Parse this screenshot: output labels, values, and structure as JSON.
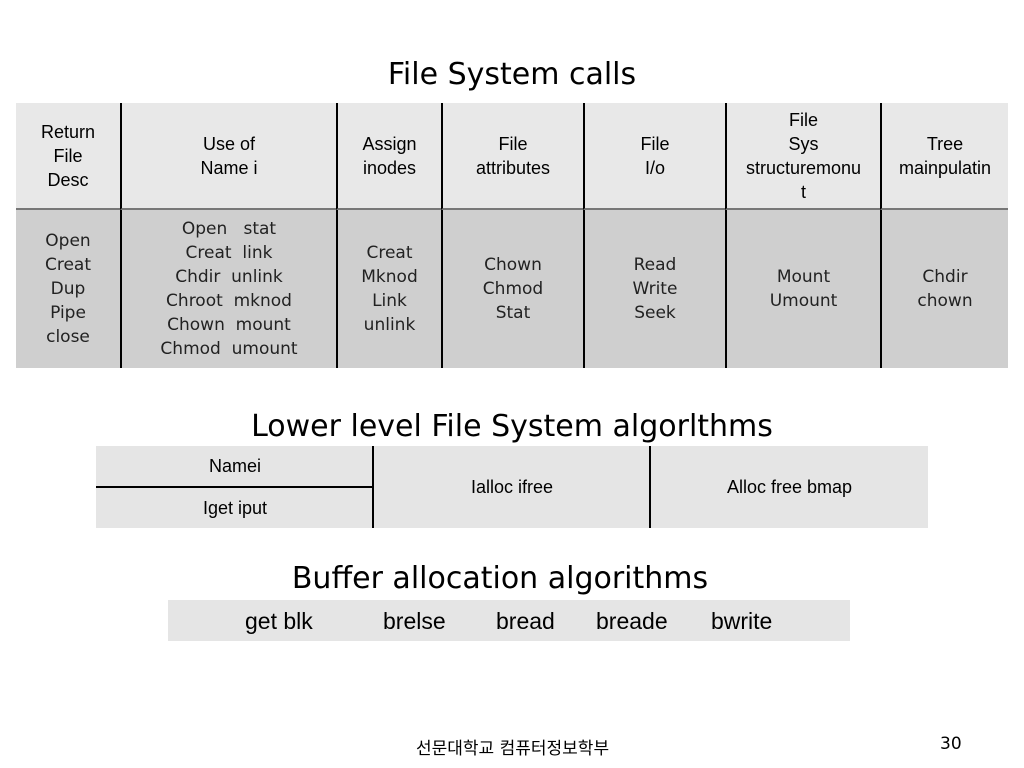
{
  "titles": {
    "system_calls": "File System calls",
    "lower_level": "Lower level File System algorlthms",
    "buffer": "Buffer allocation algorithms"
  },
  "system_calls_table": {
    "headers": [
      "Return\nFile\nDesc",
      "Use of\nName i",
      "Assign\ninodes",
      "File\nattributes",
      "File\nI/o",
      "File\nSys\nstructuremonu\nt",
      "Tree\nmainpulatin"
    ],
    "cells": [
      [
        "Open",
        "Creat",
        "Dup",
        "Pipe",
        "close"
      ],
      [
        "Open   stat",
        "Creat  link",
        "Chdir  unlink",
        "Chroot  mknod",
        "Chown  mount",
        "Chmod  umount"
      ],
      [
        "Creat",
        "Mknod",
        "Link",
        "unlink"
      ],
      [
        "Chown",
        "Chmod",
        "Stat"
      ],
      [
        "Read",
        "Write",
        "Seek"
      ],
      [
        "Mount",
        "Umount"
      ],
      [
        "Chdir",
        "chown"
      ]
    ]
  },
  "lower_level_table": {
    "namei": "Namei",
    "iget_iput": "Iget iput",
    "ialloc_ifree": "Ialloc ifree",
    "alloc_free_bmap": "Alloc free bmap"
  },
  "buffer_table": {
    "items": [
      "get blk",
      "brelse",
      "bread",
      "breade",
      "bwrite"
    ]
  },
  "footer": {
    "department": "선문대학교 컴퓨터정보학부",
    "page_number": "30"
  }
}
